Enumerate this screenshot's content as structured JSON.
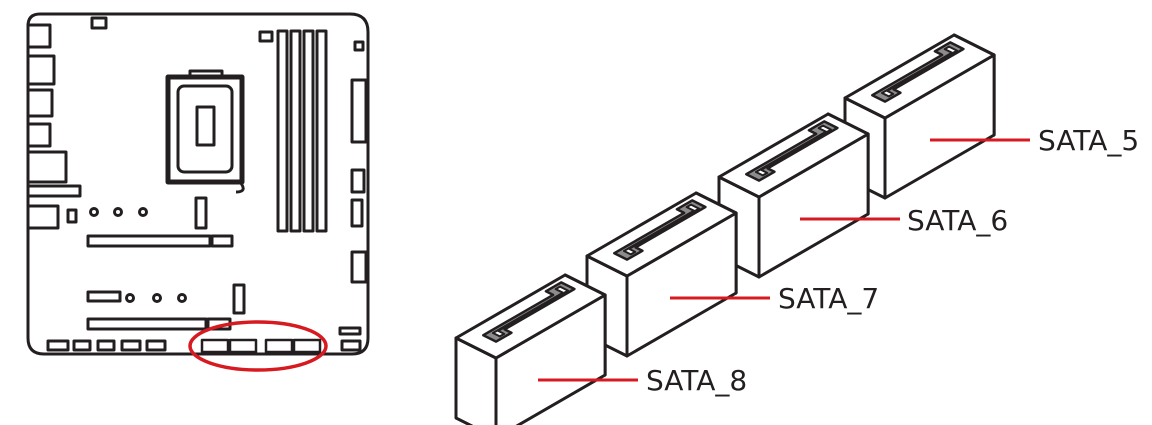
{
  "colors": {
    "line": "#231f20",
    "highlight": "#d71920",
    "slot_fill": "#8c8c8c",
    "background": "#ffffff"
  },
  "connectors": [
    {
      "label": "SATA_5"
    },
    {
      "label": "SATA_6"
    },
    {
      "label": "SATA_7"
    },
    {
      "label": "SATA_8"
    }
  ]
}
